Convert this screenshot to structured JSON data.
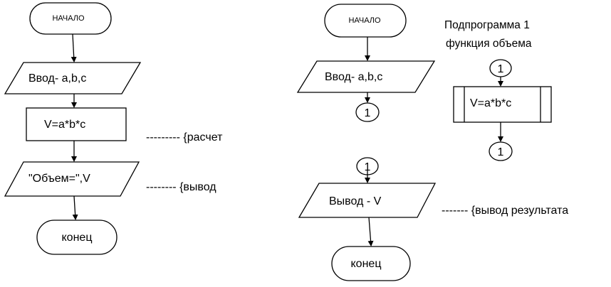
{
  "left_flow": {
    "start": "НАЧАЛО",
    "input": "Ввод- a,b,c",
    "process": "V=a*b*c",
    "output": "\"Объем=\",V",
    "end": "конец",
    "comment_calc": "--------- {расчет",
    "comment_output": "-------- {вывод"
  },
  "middle_flow": {
    "start": "НАЧАЛО",
    "input": "Ввод- a,b,c",
    "connector_out": "1",
    "connector_in": "1",
    "output": "Вывод - V",
    "end": "конец",
    "comment_output": "------- {вывод результата"
  },
  "subroutine": {
    "title_line1": "Подпрограмма 1",
    "title_line2": "функция объема",
    "connector_in": "1",
    "process": "V=a*b*c",
    "connector_out": "1"
  }
}
